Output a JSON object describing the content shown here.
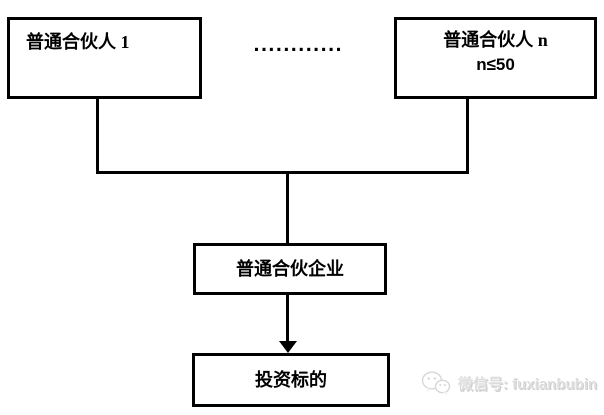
{
  "diagram": {
    "boxes": {
      "partner1": "普通合伙人 1",
      "partnerN_line1": "普通合伙人 n",
      "partnerN_line2": "n≤50",
      "partnership": "普通合伙企业",
      "target": "投资标的"
    },
    "ellipsis": "............"
  },
  "watermark": {
    "icon": "wechat-icon",
    "text": "微信号: fuxianbubin"
  },
  "colors": {
    "line": "#000000",
    "background": "#ffffff",
    "watermark": "#dedede"
  }
}
